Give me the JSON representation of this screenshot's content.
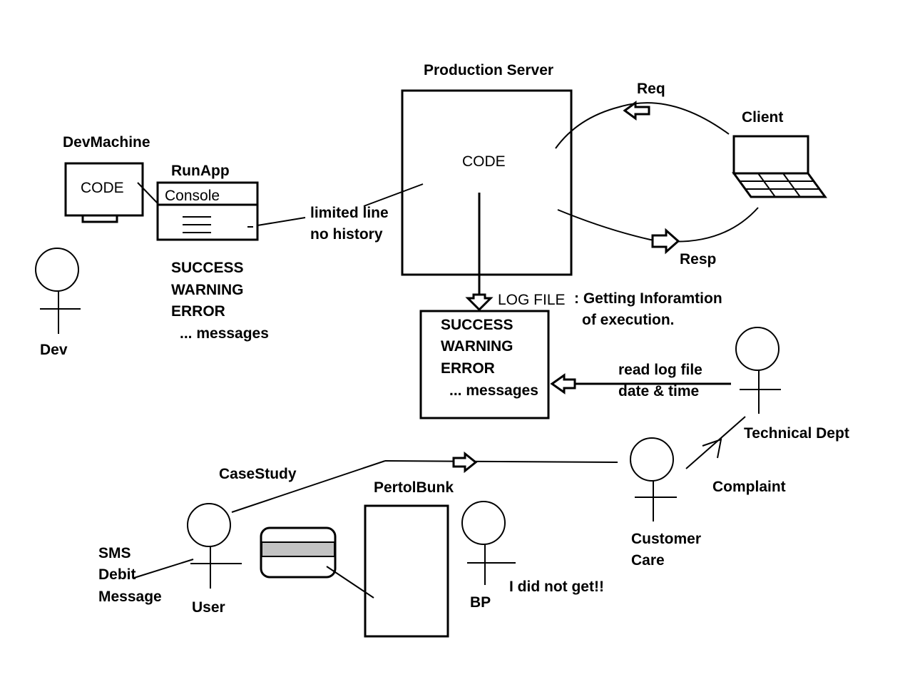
{
  "diagram": {
    "dev_machine": {
      "label": "DevMachine",
      "screen_text": "CODE"
    },
    "run_app": {
      "label": "RunApp",
      "console_label": "Console"
    },
    "console_messages": [
      "SUCCESS",
      "WARNING",
      "ERROR",
      "... messages"
    ],
    "console_note": [
      "limited line",
      "no history"
    ],
    "dev_actor": "Dev",
    "production_server": {
      "label": "Production Server",
      "code_text": "CODE"
    },
    "client": {
      "label": "Client",
      "req_label": "Req",
      "resp_label": "Resp"
    },
    "log_file": {
      "label": "LOG FILE",
      "note": [
        ": Getting Inforamtion",
        "of execution."
      ],
      "messages": [
        "SUCCESS",
        "WARNING",
        "ERROR",
        "... messages"
      ]
    },
    "technical_dept": {
      "label": "Technical Dept",
      "read_note": [
        "read log file",
        "date & time"
      ]
    },
    "case_study": {
      "label": "CaseStudy",
      "user_label": "User",
      "sms_note": [
        "SMS",
        "Debit",
        "Message"
      ],
      "petrol_bunk_label": "PertolBunk",
      "bp_label": "BP",
      "bp_speech": "I did not get!!",
      "customer_care_label": [
        "Customer",
        "Care"
      ],
      "complaint_label": "Complaint"
    }
  }
}
